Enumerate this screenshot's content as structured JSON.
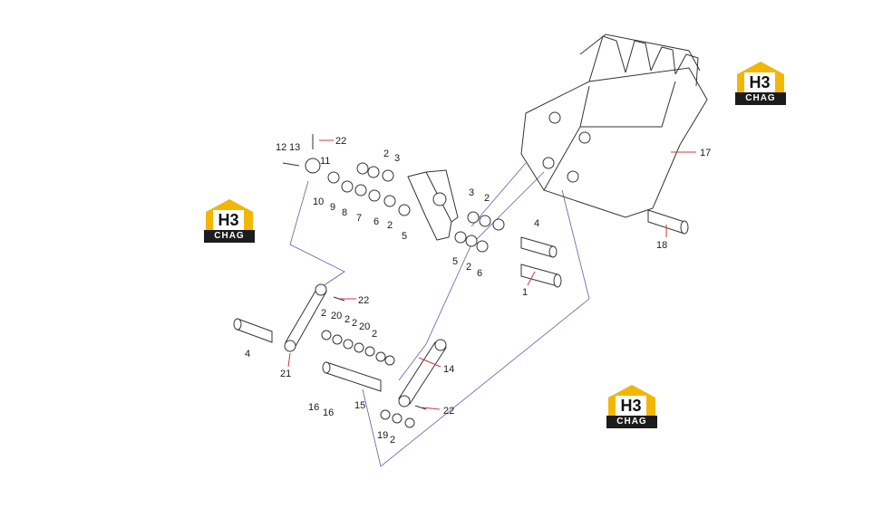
{
  "logo": {
    "mark": "H3",
    "text": "CHAG",
    "color_roof": "#f2b705",
    "color_bar": "#1c1c1c"
  },
  "callouts": {
    "c12": "12",
    "c13": "13",
    "c22a": "22",
    "c11": "11",
    "c10": "10",
    "c9": "9",
    "c8": "8",
    "c7": "7",
    "c6a": "6",
    "c2a": "2",
    "c5a": "5",
    "c2b": "2",
    "c3a": "3",
    "c3b": "3",
    "c2c": "2",
    "c4a": "4",
    "c5b": "5",
    "c2d": "2",
    "c6b": "6",
    "c1": "1",
    "c17": "17",
    "c18": "18",
    "c22b": "22",
    "c4b": "4",
    "c21": "21",
    "c2e": "2",
    "c20a": "20",
    "c2f": "2",
    "c2g": "2",
    "c20b": "20",
    "c2h": "2",
    "c16a": "16",
    "c16b": "16",
    "c15": "15",
    "c14": "14",
    "c22c": "22",
    "c19": "19",
    "c2i": "2"
  },
  "colors": {
    "lines": "#333333",
    "leaders": "#d23a3a",
    "guides": "#5a5fb0"
  }
}
